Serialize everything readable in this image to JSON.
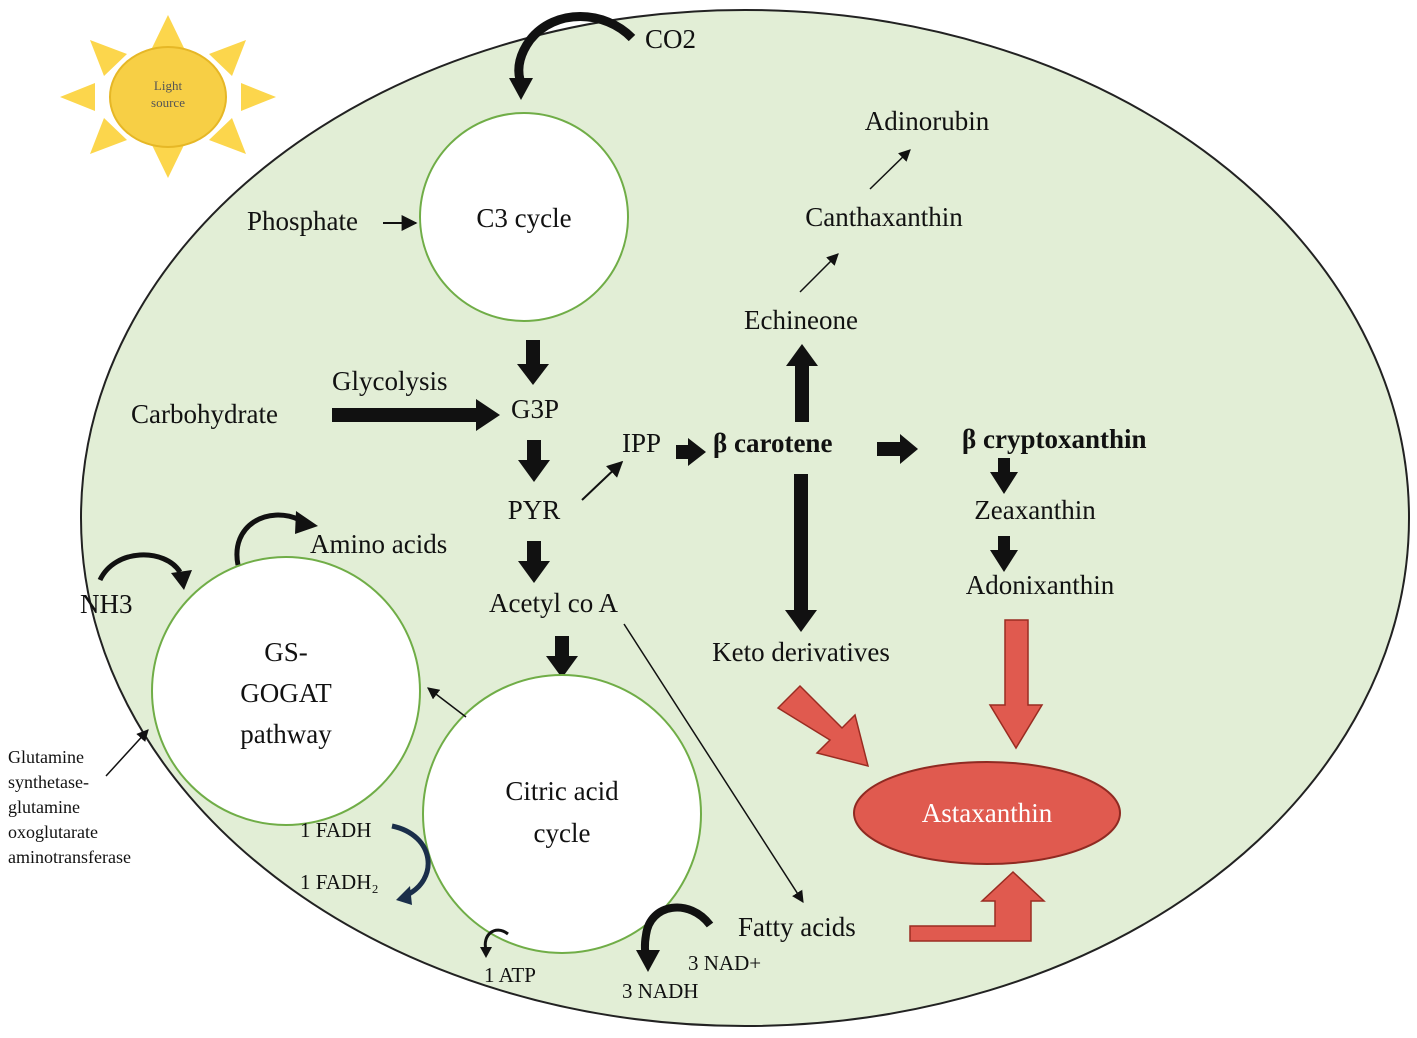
{
  "diagram": {
    "sun": {
      "line1": "Light",
      "line2": "source"
    },
    "co2": "CO2",
    "c3_cycle": "C3 cycle",
    "phosphate": "Phosphate",
    "carbohydrate": "Carbohydrate",
    "glycolysis": "Glycolysis",
    "g3p": "G3P",
    "pyr": "PYR",
    "ipp": "IPP",
    "acetyl_coa": "Acetyl co A",
    "amino_acids": "Amino acids",
    "nh3": "NH3",
    "gs_gogat": {
      "line1": "GS-",
      "line2": "GOGAT",
      "line3": "pathway"
    },
    "enzyme": {
      "line1": "Glutamine",
      "line2": "synthetase-",
      "line3": "glutamine",
      "line4": "oxoglutarate",
      "line5": "aminotransferase"
    },
    "citric_acid": {
      "line1": "Citric acid",
      "line2": "cycle"
    },
    "fadh": "1 FADH",
    "fadh2": "1 FADH₂",
    "atp": "1 ATP",
    "nad": "3 NAD+",
    "nadh": "3 NADH",
    "fatty_acids": "Fatty acids",
    "beta_carotene": "β carotene",
    "beta_cryptoxanthin": "β cryptoxanthin",
    "zeaxanthin": "Zeaxanthin",
    "adonixanthin": "Adonixanthin",
    "echineone": "Echineone",
    "canthaxanthin": "Canthaxanthin",
    "adinorubin": "Adinorubin",
    "keto_derivatives": "Keto derivatives",
    "astaxanthin": "Astaxanthin"
  },
  "colors": {
    "cell_fill": "#e2eed6",
    "cell_stroke": "#222222",
    "circle_stroke": "#70ad47",
    "red_arrow": "#e05a4f",
    "sun": "#fcd64c",
    "sun_core": "#f7cf45"
  }
}
